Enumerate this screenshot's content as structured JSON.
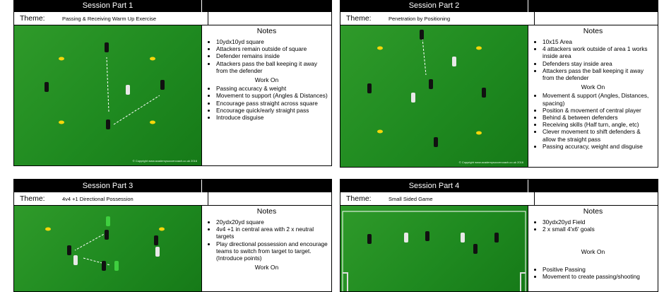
{
  "sessions": [
    {
      "title": "Session Part 1",
      "theme_label": "Theme:",
      "theme": "Passing & Receiving Warm Up Exercise",
      "notes_title": "Notes",
      "notes": [
        "10ydx10yd square",
        "Attackers remain outside of square",
        "Defender remains inside",
        "Attackers pass the ball keeping it away from the defender"
      ],
      "work_on_title": "Work On",
      "work_on": [
        "Passing accuracy & weight",
        "Movement to support (Angles & Distances)",
        "Encourage pass straight across square",
        "Encourage quick/early straight pass",
        "Introduce disguise"
      ],
      "copyright": "© Copyright www.academysoccercoach.co.uk 2016"
    },
    {
      "title": "Session Part 2",
      "theme_label": "Theme:",
      "theme": "Penetration by Positioning",
      "notes_title": "Notes",
      "notes": [
        "10x15 Area",
        "4 attackers work outside of area 1 works inside area",
        "Defenders stay inside area",
        "Attackers pass the ball keeping it away from the defender"
      ],
      "work_on_title": "Work On",
      "work_on": [
        "Movement & support (Angles, Distances, spacing)",
        "Position & movement of central player",
        "Behind & between defenders",
        "Receiving skills (Half turn, angle, etc)",
        "Clever movement to shift defenders & allow the straight pass",
        "Passing accuracy, weight and disguise"
      ],
      "copyright": "© Copyright www.academysoccercoach.co.uk 2016"
    },
    {
      "title": "Session Part 3",
      "theme_label": "Theme:",
      "theme": "4v4 +1 Directional Possession",
      "notes_title": "Notes",
      "notes": [
        "20ydx20yd square",
        "4v4 +1 in central area with 2 x neutral targets",
        "Play directional possession and encourage teams to switch from target to target. (Introduce points)"
      ],
      "work_on_title": "Work On",
      "work_on": []
    },
    {
      "title": "Session Part 4",
      "theme_label": "Theme:",
      "theme": "Small Sided Game",
      "notes_title": "Notes",
      "notes": [
        "30ydx20yd Field",
        "2 x small 4'x6' goals"
      ],
      "work_on_title": "Work On",
      "work_on": [
        "Positive Passing",
        "Movement to create passing/shooting"
      ]
    }
  ]
}
